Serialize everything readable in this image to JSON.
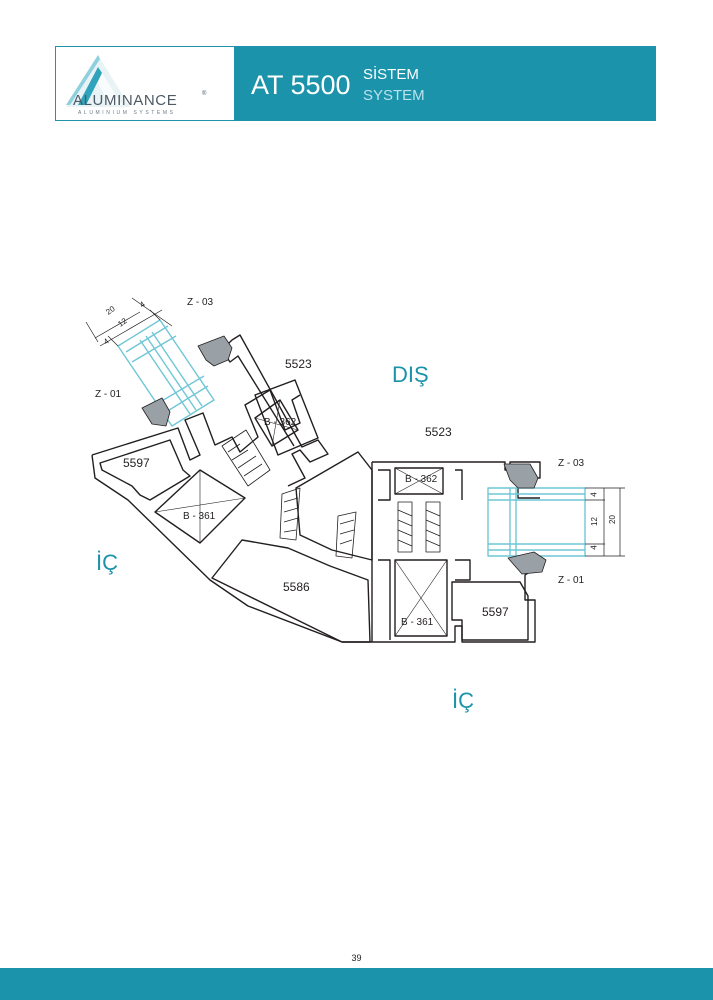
{
  "header": {
    "logo_name": "ALUMINANCE",
    "logo_registered": "®",
    "logo_tagline": "ALUMINIUM SYSTEMS",
    "system_code": "AT 5500",
    "label_tr": "SİSTEM",
    "label_en": "SYSTEM"
  },
  "colors": {
    "brand": "#1b93ab",
    "glass": "#6fc7d6",
    "gasket": "#9aa1a6"
  },
  "drawing": {
    "zones": {
      "outside": "DIŞ",
      "inside_left": "İÇ",
      "inside_bottom": "İÇ"
    },
    "profiles": {
      "p5523_left": "5523",
      "p5523_right": "5523",
      "p5597_left": "5597",
      "p5597_right": "5597",
      "p5586": "5586"
    },
    "bars": {
      "b362_left": "B - 362",
      "b362_right": "B - 362",
      "b361_left": "B - 361",
      "b361_right": "B - 361"
    },
    "gaskets": {
      "z03_left": "Z - 03",
      "z01_left": "Z - 01",
      "z03_right": "Z - 03",
      "z01_right": "Z - 01"
    },
    "dimensions": {
      "left_total": "20",
      "left_a": "4",
      "left_b": "12",
      "left_c": "4",
      "right_total": "20",
      "right_a": "4",
      "right_b": "12",
      "right_c": "4"
    }
  },
  "page": {
    "number": "39"
  }
}
